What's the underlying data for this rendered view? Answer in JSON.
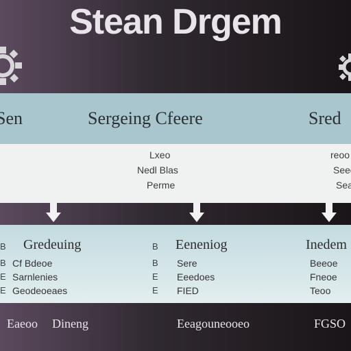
{
  "title": "Stean Drgem",
  "icons": {
    "left": "gear-icon",
    "right": "gear-icon"
  },
  "band1": {
    "left": "Sen",
    "center": "Sergeing Cfeere",
    "right": "Sred"
  },
  "band2": {
    "center": [
      "Lxeo",
      "Nedl Blas",
      "Perme"
    ],
    "right": [
      "reoo",
      "Seed",
      "Sea"
    ]
  },
  "band3": {
    "col1": {
      "heading": "Gredeuing",
      "bullets": [
        "B",
        "B",
        "E",
        "E"
      ],
      "items": [
        "Cf Bdeoe",
        "Sarnlenies",
        "Geodeoeaes"
      ]
    },
    "col2": {
      "heading": "Eeneniog",
      "bullets": [
        "B",
        "B",
        "E",
        "E"
      ],
      "items": [
        "Sere",
        "Eeedoes",
        "FIED"
      ]
    },
    "col3": {
      "heading": "Inedem",
      "items": [
        "Beeoe",
        "Fneoe",
        "Teoo"
      ]
    }
  },
  "footer": [
    "Eaeoo",
    "Dineng",
    "Eeagouneooeo",
    "FGSO"
  ],
  "colors": {
    "band1": "#a9c6cf",
    "band2": "#f0f2f2",
    "band3": "#c3dbe0"
  }
}
